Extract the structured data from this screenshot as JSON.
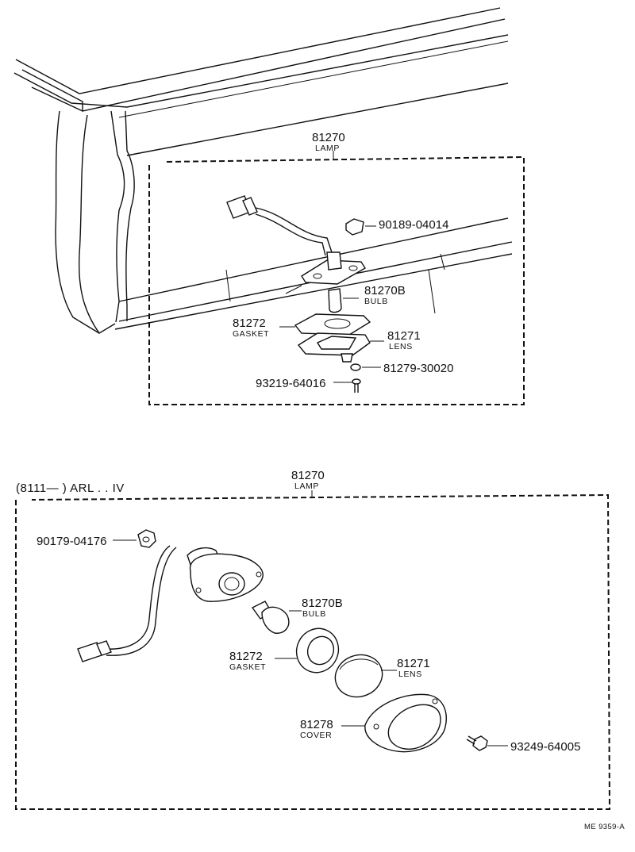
{
  "diagram": {
    "top": {
      "assembly": {
        "number": "81270",
        "name": "LAMP"
      },
      "parts": [
        {
          "number": "90189-04014",
          "name": ""
        },
        {
          "number": "81270B",
          "name": "BULB"
        },
        {
          "number": "81272",
          "name": "GASKET"
        },
        {
          "number": "81271",
          "name": "LENS"
        },
        {
          "number": "81279-30020",
          "name": ""
        },
        {
          "number": "93219-64016",
          "name": ""
        }
      ]
    },
    "bottom": {
      "applicability": "(8111—          ) ARL . . IV",
      "assembly": {
        "number": "81270",
        "name": "LAMP"
      },
      "parts": [
        {
          "number": "90179-04176",
          "name": ""
        },
        {
          "number": "81270B",
          "name": "BULB"
        },
        {
          "number": "81272",
          "name": "GASKET"
        },
        {
          "number": "81271",
          "name": "LENS"
        },
        {
          "number": "81278",
          "name": "COVER"
        },
        {
          "number": "93249-64005",
          "name": ""
        }
      ]
    },
    "figure_ref": "ME  9359-A"
  }
}
